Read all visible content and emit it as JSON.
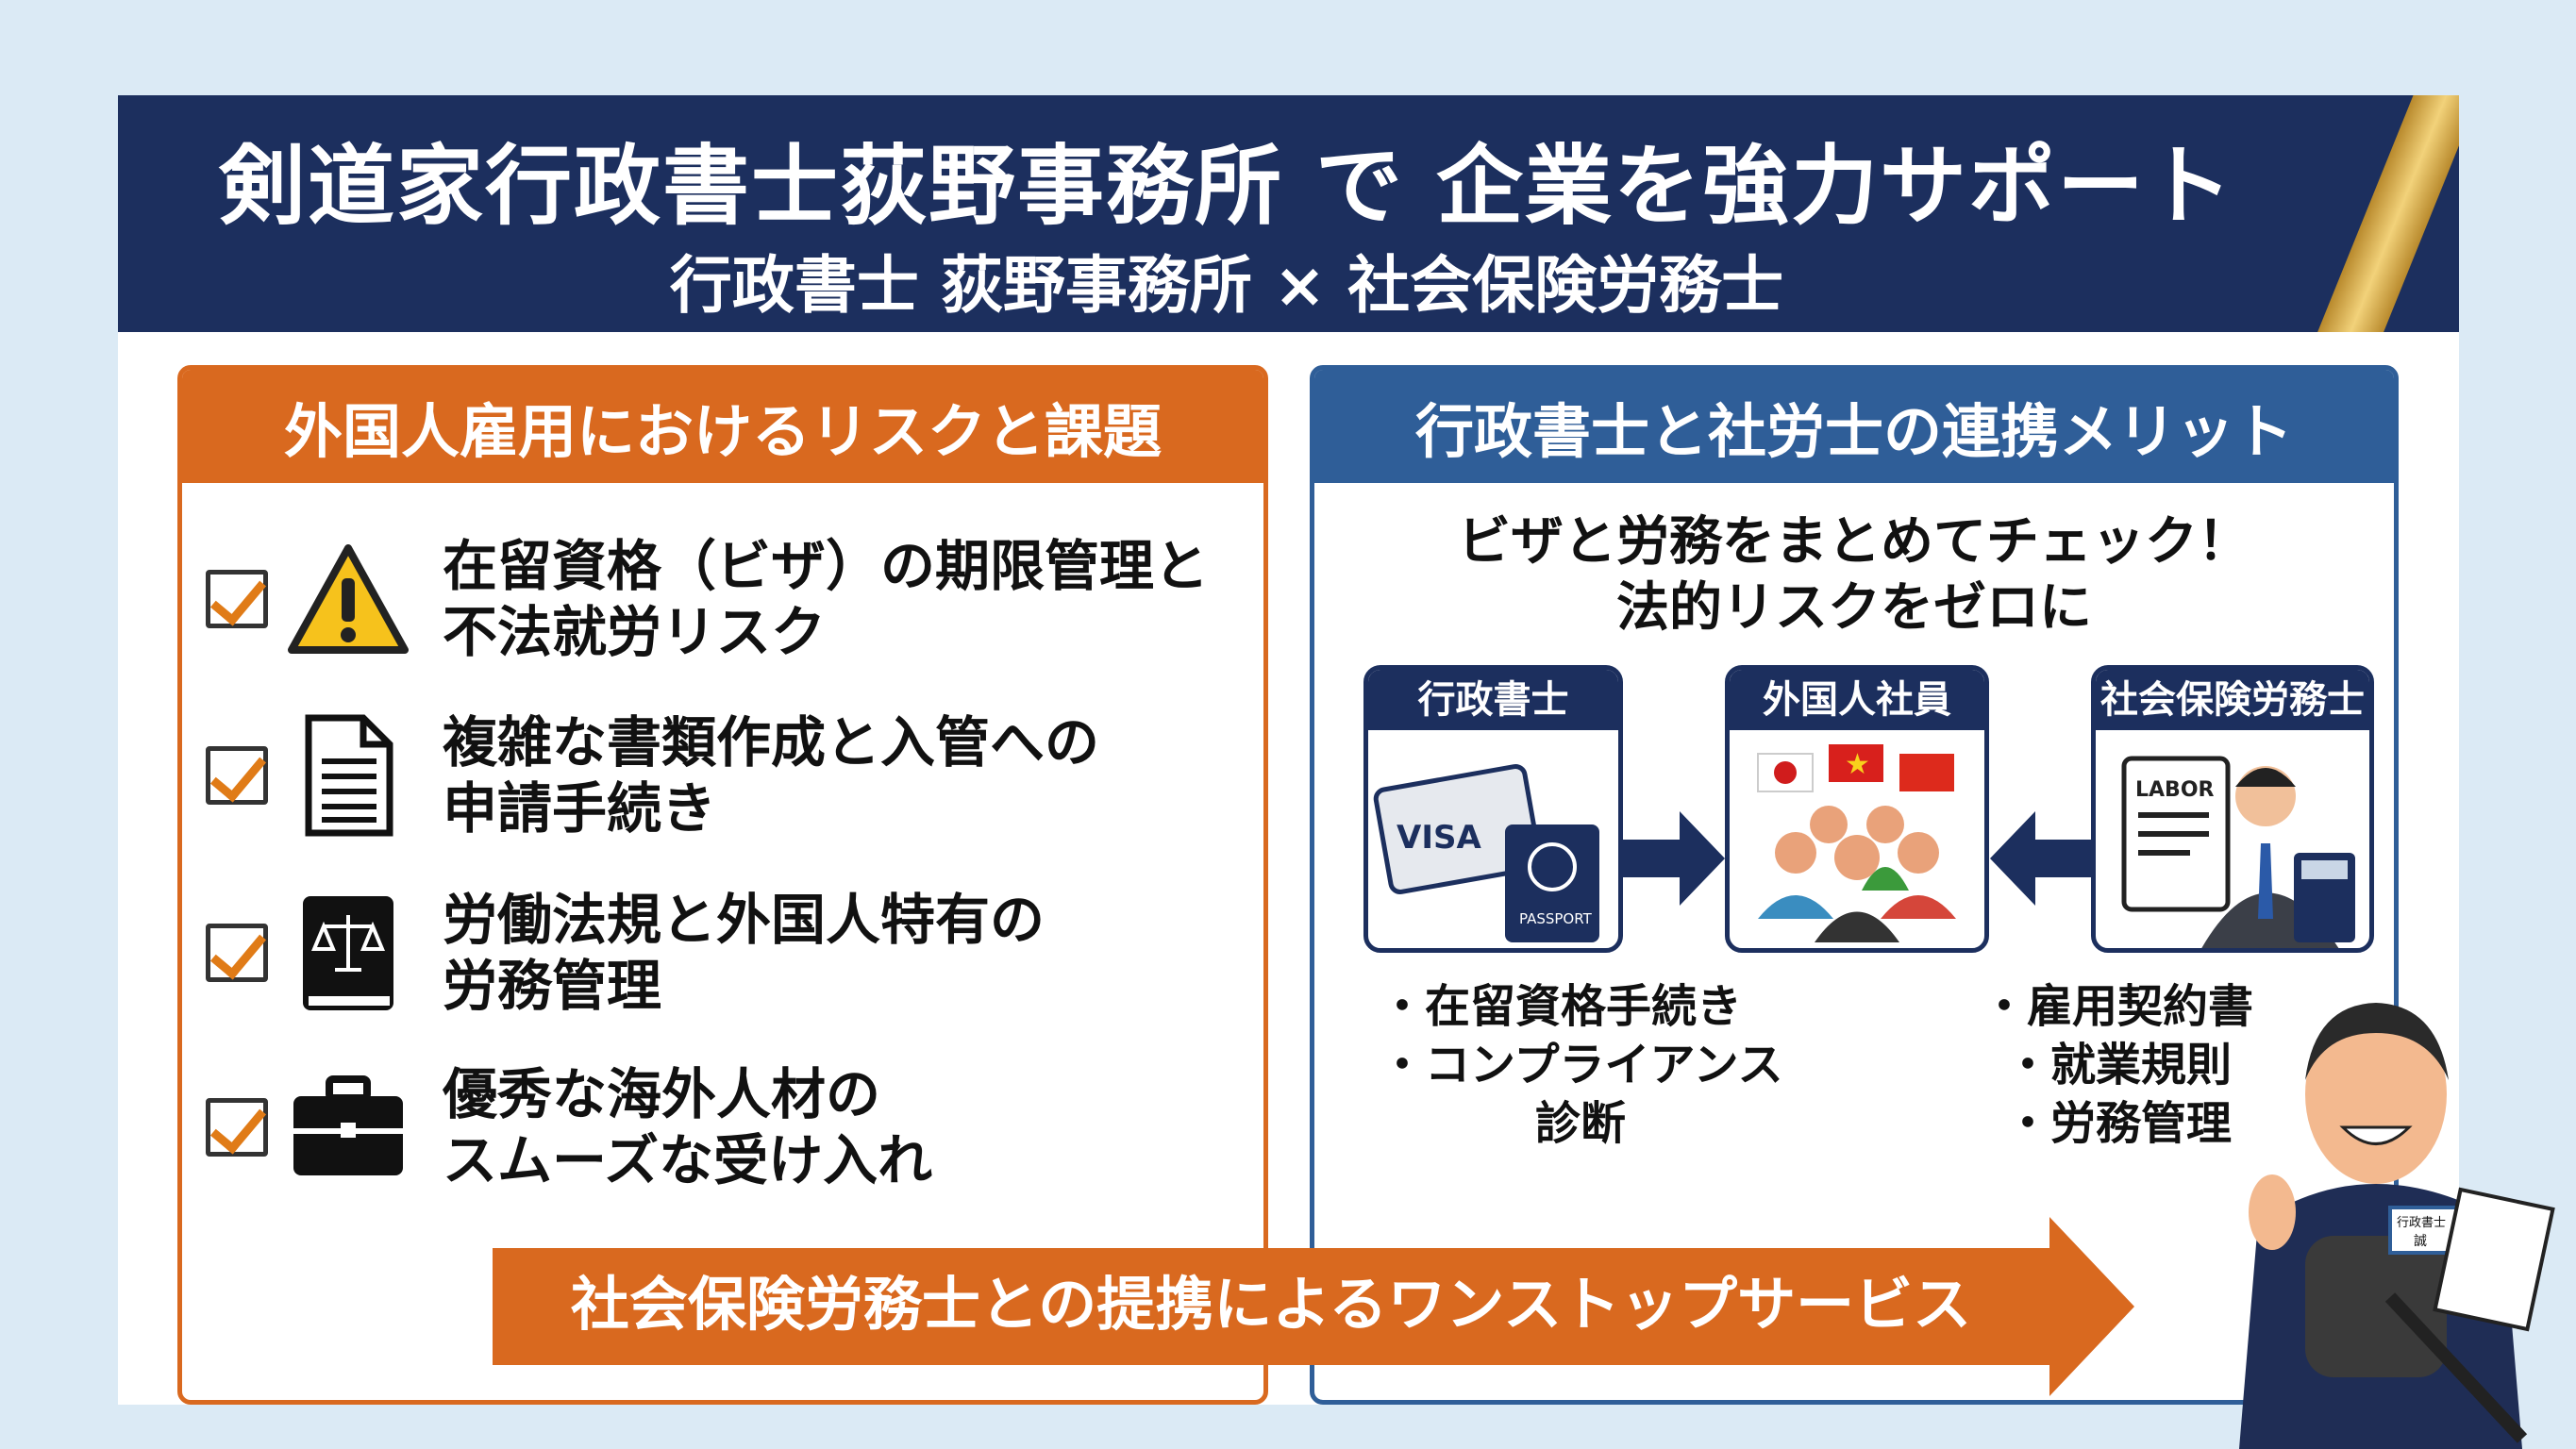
{
  "header": {
    "title": "剣道家行政書士荻野事務所 で 企業を強力サポート",
    "subtitle": "行政書士 荻野事務所 × 社会保険労務士"
  },
  "left": {
    "heading": "外国人雇用におけるリスクと課題",
    "items": [
      {
        "line1": "在留資格（ビザ）の期限管理と",
        "line2": "不法就労リスク",
        "icon": "warning-icon"
      },
      {
        "line1": "複雑な書類作成と入管への",
        "line2": "申請手続き",
        "icon": "document-icon"
      },
      {
        "line1": "労働法規と外国人特有の",
        "line2": "労務管理",
        "icon": "law-book-icon"
      },
      {
        "line1": "優秀な海外人材の",
        "line2": "スムーズな受け入れ",
        "icon": "briefcase-icon"
      }
    ]
  },
  "right": {
    "heading": "行政書士と社労士の連携メリット",
    "tagline1": "ビザと労務をまとめてチェック！",
    "tagline2": "法的リスクをゼロに",
    "cards": [
      {
        "label": "行政書士"
      },
      {
        "label": "外国人社員"
      },
      {
        "label": "社会保険労務士"
      }
    ],
    "card_art": {
      "visa": "VISA",
      "passport": "PASSPORT",
      "labor": "LABOR"
    },
    "left_bullets": [
      "・在留資格手続き",
      "・コンプライアンス",
      "診断"
    ],
    "right_bullets": [
      "・雇用契約書",
      "・就業規則",
      "・労務管理"
    ]
  },
  "banner": {
    "text": "社会保険労務士との提携によるワンストップサービス"
  },
  "character": {
    "badge": "行政書士 誠"
  },
  "colors": {
    "navy": "#1c2f5e",
    "orange": "#d9691f",
    "blue": "#2f5e98",
    "bg": "#dbeaf5"
  }
}
